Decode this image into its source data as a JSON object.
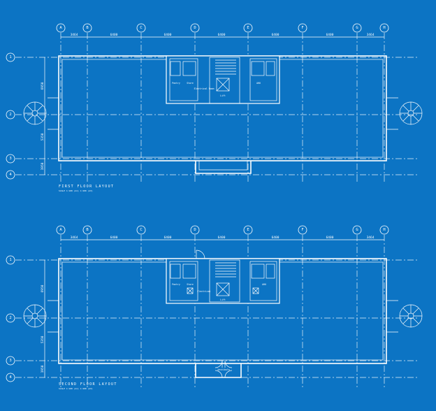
{
  "grid": {
    "columns": [
      "A",
      "B",
      "C",
      "D",
      "E",
      "F",
      "G",
      "H"
    ],
    "rows": [
      "1",
      "2",
      "3",
      "4"
    ],
    "column_spacings": [
      "3464",
      "6400",
      "6400",
      "6400",
      "6400",
      "6400",
      "3464"
    ],
    "row_spacings": [
      "6950",
      "5350",
      "1950"
    ]
  },
  "plans": [
    {
      "id": "first",
      "title": "FIRST  FLOOR  LAYOUT",
      "scale": "SCALE 1:100 (A1) 1:200 (A3)"
    },
    {
      "id": "second",
      "title": "SECOND  FLOOR  LAYOUT",
      "scale": "SCALE 1:100 (A1) 1:200 (A3)"
    }
  ],
  "rooms": {
    "first": [
      "Pantry",
      "Store",
      "Electrical Room",
      "Lift",
      "AHU"
    ],
    "second": [
      "Pantry",
      "Store",
      "Electrical",
      "Lift",
      "AHU",
      "Vestibule"
    ]
  },
  "colors": {
    "background": "#0c74c4",
    "lines": "#ffffff"
  }
}
